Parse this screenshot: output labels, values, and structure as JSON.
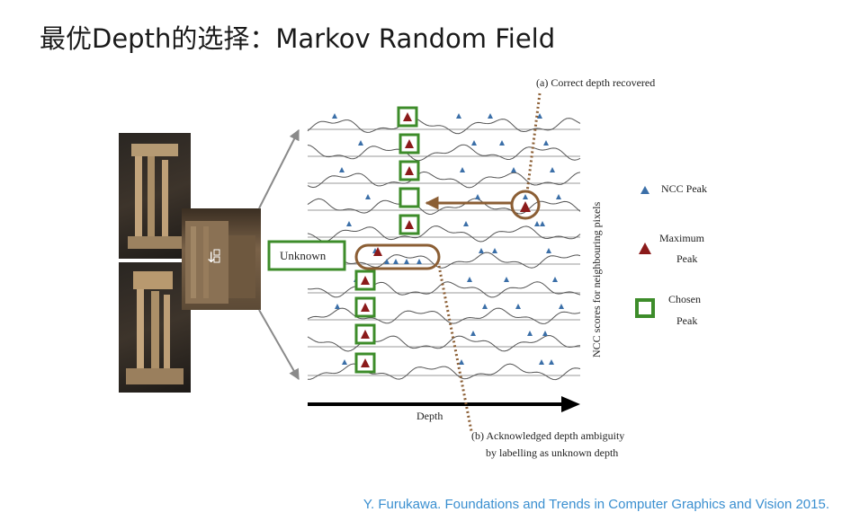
{
  "title": "最优Depth的选择：Markov Random Field",
  "citation": "Y. Furukawa. Foundations and Trends in Computer Graphics and Vision 2015.",
  "annotations": {
    "a": "(a)  Correct depth recovered",
    "b_line1": "(b)  Acknowledged depth ambiguity",
    "b_line2": "by labelling as unknown depth",
    "unknown": "Unknown",
    "depth_axis": "Depth",
    "side_axis": "NCC scores for neighbouring pixels"
  },
  "legend": {
    "ncc_peak": "NCC Peak",
    "maximum_peak_1": "Maximum",
    "maximum_peak_2": "Peak",
    "chosen_peak_1": "Chosen",
    "chosen_peak_2": "Peak"
  },
  "colors": {
    "ncc_peak": "#3b6fa8",
    "maximum_peak": "#8b1a1a",
    "chosen_peak": "#3d8c2a",
    "brown_annotation": "#8b5e34",
    "citation": "#3a8fd0"
  },
  "icons": [
    "ncc-peak-triangle-icon",
    "maximum-peak-triangle-icon",
    "chosen-peak-square-icon"
  ]
}
